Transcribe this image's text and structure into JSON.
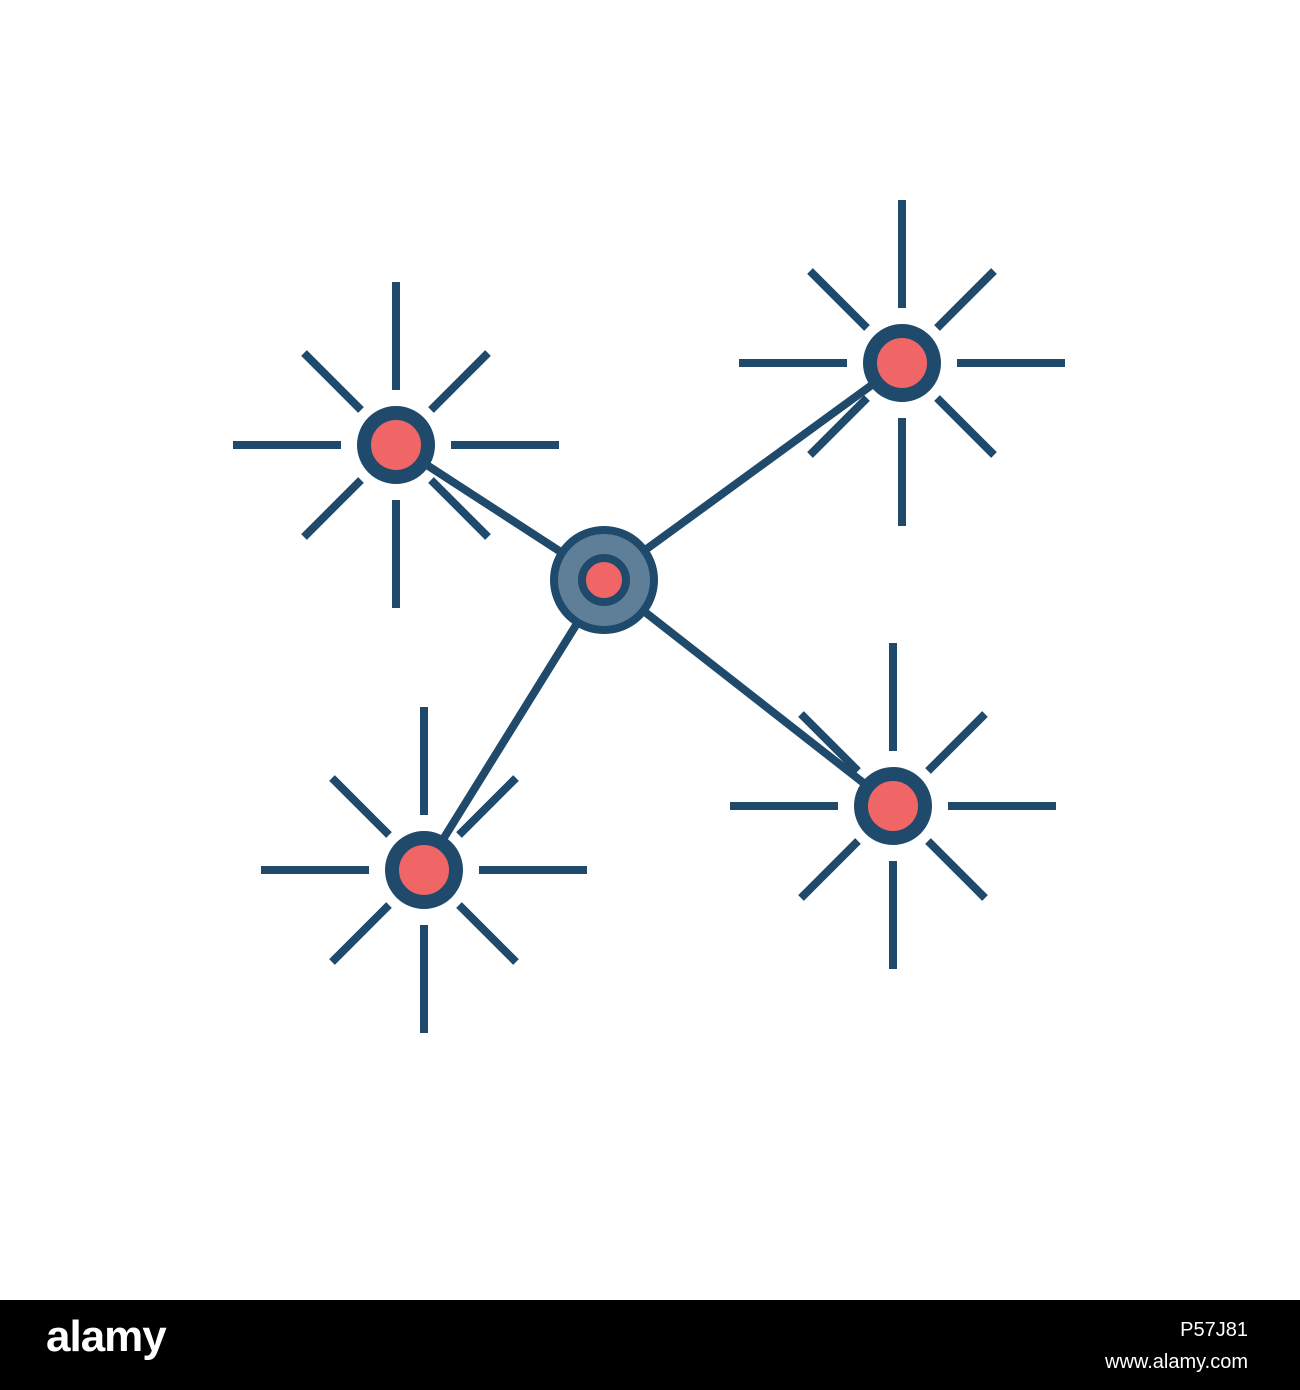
{
  "colors": {
    "stroke": "#1f4a6b",
    "node_fill": "#f06565",
    "hub_fill": "#5f7f98",
    "background": "#ffffff",
    "footer_bg": "#000000",
    "footer_text": "#ffffff"
  },
  "icon": "network-nodes-icon",
  "footer": {
    "logo": "alamy",
    "image_id": "P57J81",
    "site": "www.alamy.com"
  }
}
